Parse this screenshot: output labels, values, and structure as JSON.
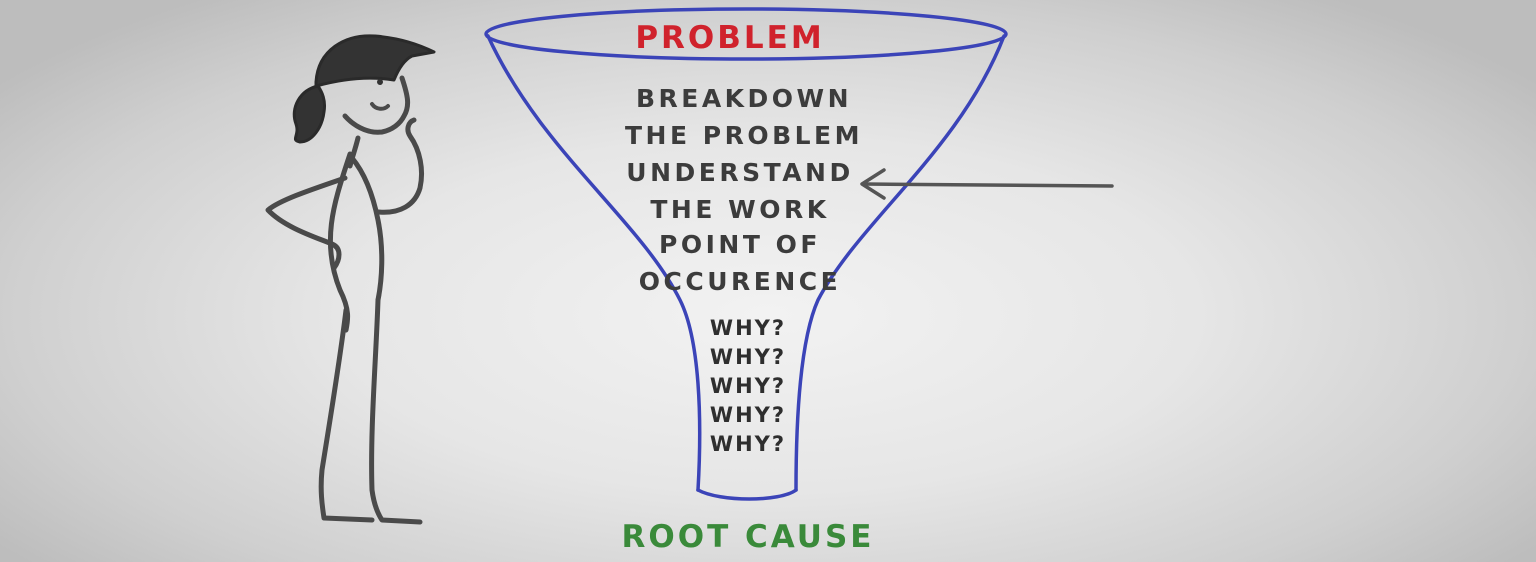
{
  "colors": {
    "problem_text": "#d0222c",
    "root_cause_text": "#3a8a3a",
    "funnel_outline": "#3b44b8",
    "ink": "#3c3c3c"
  },
  "funnel": {
    "top_label": "PROBLEM",
    "steps": [
      {
        "line1": "BREAKDOWN",
        "line2": "THE PROBLEM"
      },
      {
        "line1": "UNDERSTAND",
        "line2": "THE WORK"
      },
      {
        "line1": "POINT OF",
        "line2": "OCCURENCE"
      }
    ],
    "whys": [
      "WHY?",
      "WHY?",
      "WHY?",
      "WHY?",
      "WHY?"
    ],
    "bottom_label": "ROOT CAUSE"
  },
  "figure": "thinking-stick-figure",
  "pointer": "arrow-left-icon"
}
